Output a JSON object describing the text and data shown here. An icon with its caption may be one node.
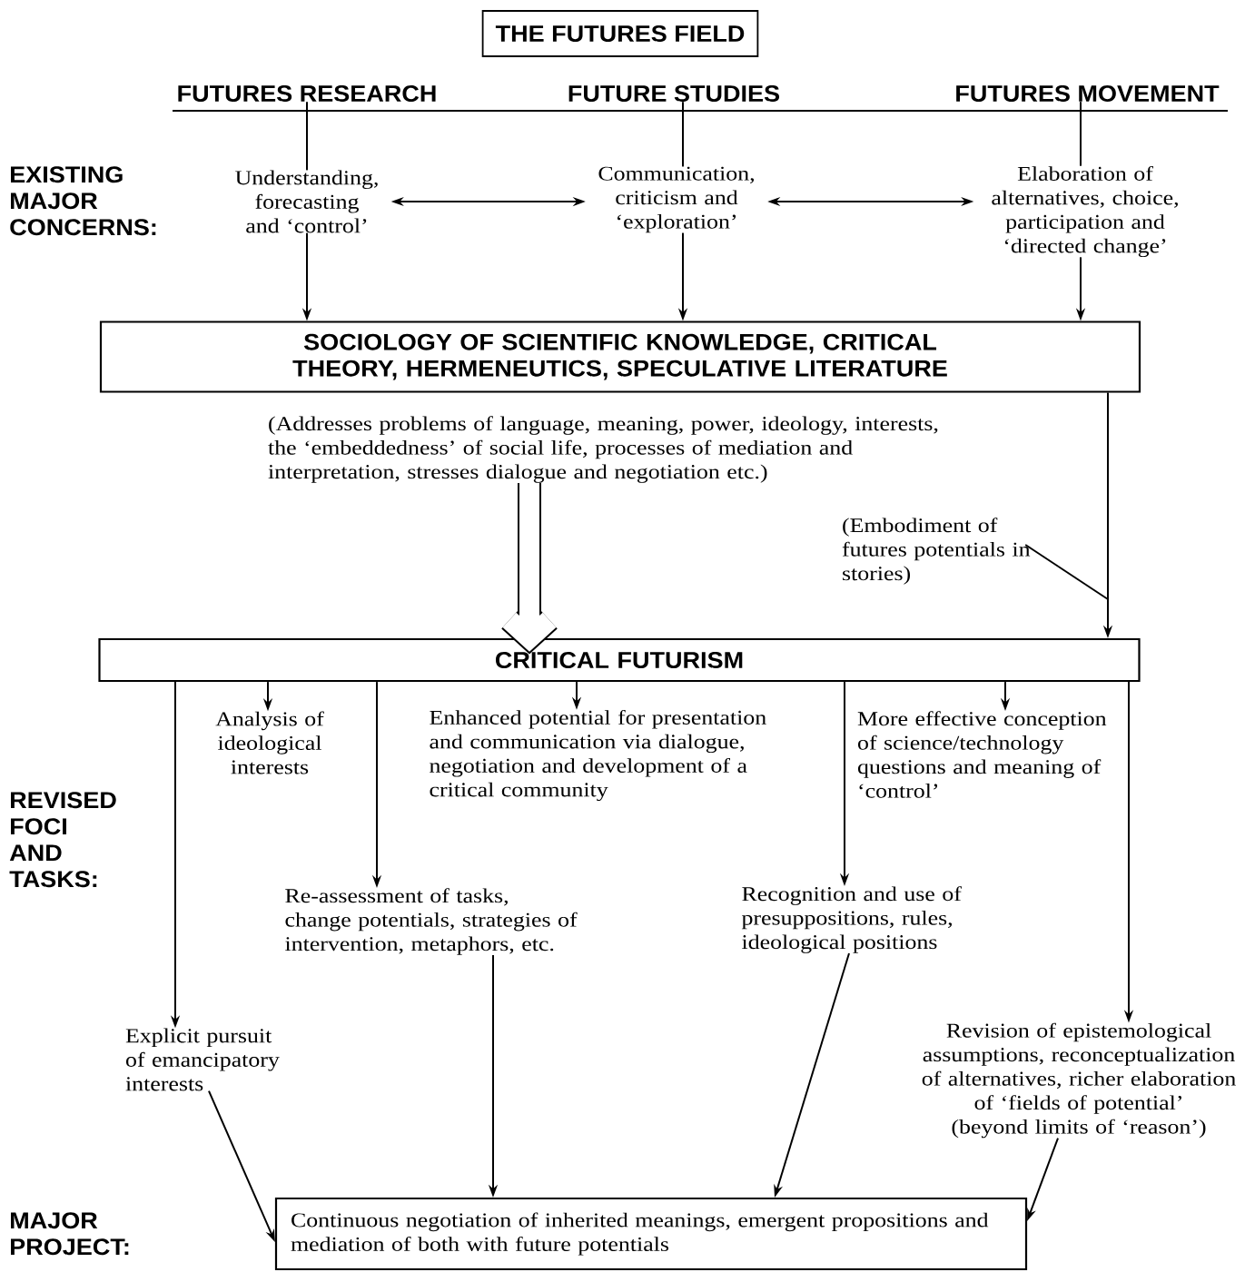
{
  "diagram": {
    "title": "THE FUTURES FIELD",
    "nodes": [
      {
        "text": [
          "FUTURES RESEARCH"
        ]
      },
      {
        "text": [
          "FUTURE STUDIES"
        ]
      },
      {
        "text": [
          "FUTURES MOVEMENT"
        ]
      },
      {
        "text": [
          "Understanding, forecasting and ‘control’"
        ]
      },
      {
        "text": [
          "Communication, criticism and ‘exploration’"
        ]
      },
      {
        "text": [
          "Elaboration of alternatives, choice, participation and ‘directed change’"
        ]
      },
      {
        "text": [
          "SOCIOLOGY OF SCIENTIFIC KNOWLEDGE, CRITICAL THEORY, HERMENEUTICS, SPECULATIVE LITERATURE"
        ]
      },
      {
        "text": [
          "(Addresses problems of language, meaning, power, ideology, interests, the ‘embeddedness’ of social life, processes of mediation and interpretation, stresses dialogue and negotiation etc.)"
        ]
      },
      {
        "text": [
          "(Embodiment of futures potentials in stories)"
        ]
      },
      {
        "text": [
          "CRITICAL FUTURISM"
        ]
      },
      {
        "text": [
          "Analysis of ideological interests"
        ]
      },
      {
        "text": [
          "Enhanced potential for presentation and communication via dialogue, negotiation and development of a critical community"
        ]
      },
      {
        "text": [
          "More effective conception of science/technology questions and meaning of ‘control’"
        ]
      },
      {
        "text": [
          "Re-assessment of tasks, change potentials, strategies of intervention, metaphors, etc."
        ]
      },
      {
        "text": [
          "Recognition and use of presuppositions, rules, ideological positions"
        ]
      },
      {
        "text": [
          "Explicit pursuit of emancipatory interests"
        ]
      },
      {
        "text": [
          "Revision of epistemological assumptions, reconceptualization of alternatives, richer elaboration of ‘fields of potential’ (beyond limits of ‘reason’)"
        ]
      },
      {
        "text": [
          "Continuous negotiation of inherited meanings, emergent propositions and mediation of both with future potentials"
        ]
      }
    ],
    "edges": [
      {
        "from": 0,
        "to": 3,
        "arrow": "none"
      },
      {
        "from": 1,
        "to": 4,
        "arrow": "none"
      },
      {
        "from": 2,
        "to": 5,
        "arrow": "none"
      },
      {
        "from": 3,
        "to": 4,
        "arrow": "both"
      },
      {
        "from": 4,
        "to": 5,
        "arrow": "both"
      },
      {
        "from": 3,
        "to": 6,
        "arrow": "to"
      },
      {
        "from": 4,
        "to": 6,
        "arrow": "to"
      },
      {
        "from": 5,
        "to": 6,
        "arrow": "to"
      },
      {
        "from": 6,
        "to": 9,
        "arrow": "to"
      },
      {
        "from": 7,
        "to": 9,
        "arrow": "to",
        "style": "thick"
      },
      {
        "from": 8,
        "to": null,
        "arrow": "none"
      },
      {
        "from": 9,
        "to": 15,
        "arrow": "to"
      },
      {
        "from": 9,
        "to": 10,
        "arrow": "to"
      },
      {
        "from": 9,
        "to": 13,
        "arrow": "to"
      },
      {
        "from": 9,
        "to": 11,
        "arrow": "to"
      },
      {
        "from": 9,
        "to": 14,
        "arrow": "to"
      },
      {
        "from": 9,
        "to": 12,
        "arrow": "to"
      },
      {
        "from": 9,
        "to": 16,
        "arrow": "to"
      },
      {
        "from": 15,
        "to": 17,
        "arrow": "to"
      },
      {
        "from": 13,
        "to": 17,
        "arrow": "to"
      },
      {
        "from": 14,
        "to": 17,
        "arrow": "to"
      },
      {
        "from": 16,
        "to": 17,
        "arrow": "to"
      }
    ],
    "labels": [
      "EXISTING MAJOR CONCERNS:",
      "REVISED FOCI AND TASKS:",
      "MAJOR PROJECT:"
    ]
  }
}
